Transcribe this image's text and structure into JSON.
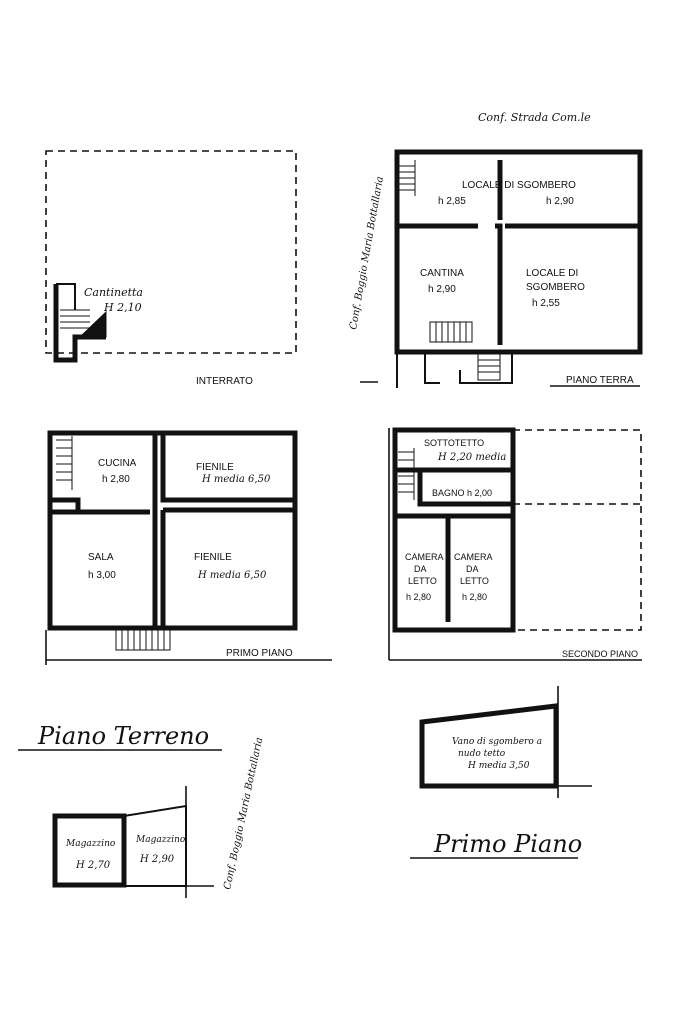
{
  "streets": {
    "top": "Conf. Strada Com.le",
    "side_1": "Conf. Boggio Maria Bottallaria",
    "side_2": "Conf. Boggio Maria Bottallaria"
  },
  "interrato": {
    "title": "INTERRATO",
    "room": "Cantinetta",
    "height": "H 2,10"
  },
  "piano_terra": {
    "title": "PIANO TERRA",
    "rooms": {
      "locale_sgombero_1": "LOCALE DI SGOMBERO",
      "h1": "h 2,85",
      "h2": "h 2,90",
      "cantina": "CANTINA",
      "cantina_h": "h 2,90",
      "locale_2_l1": "LOCALE DI",
      "locale_2_l2": "SGOMBERO",
      "locale_2_h": "h 2,55"
    }
  },
  "primo_piano": {
    "title": "PRIMO PIANO",
    "rooms": {
      "cucina": "CUCINA",
      "cucina_h": "h 2,80",
      "fienile_1": "FIENILE",
      "fienile_1_h": "H media 6,50",
      "sala": "SALA",
      "sala_h": "h 3,00",
      "fienile_2": "FIENILE",
      "fienile_2_h": "H media 6,50"
    }
  },
  "secondo_piano": {
    "title": "SECONDO PIANO",
    "rooms": {
      "sottotetto": "SOTTOTETTO",
      "sottotetto_h": "H 2,20 media",
      "bagno": "BAGNO h 2,00",
      "camera_1_l1": "CAMERA",
      "camera_1_l2": "DA",
      "camera_1_l3": "LETTO",
      "camera_1_h": "h 2,80",
      "camera_2_l1": "CAMERA",
      "camera_2_l2": "DA",
      "camera_2_l3": "LETTO",
      "camera_2_h": "h 2,80"
    }
  },
  "annex_terreno": {
    "heading": "Piano Terreno",
    "mag1": "Magazzino",
    "mag1_h": "H 2,70",
    "mag2": "Magazzino",
    "mag2_h": "H 2,90"
  },
  "annex_primo": {
    "heading": "Primo Piano",
    "line1": "Vano di sgombero a",
    "line2": "nudo tetto",
    "line3": "H media 3,50"
  }
}
